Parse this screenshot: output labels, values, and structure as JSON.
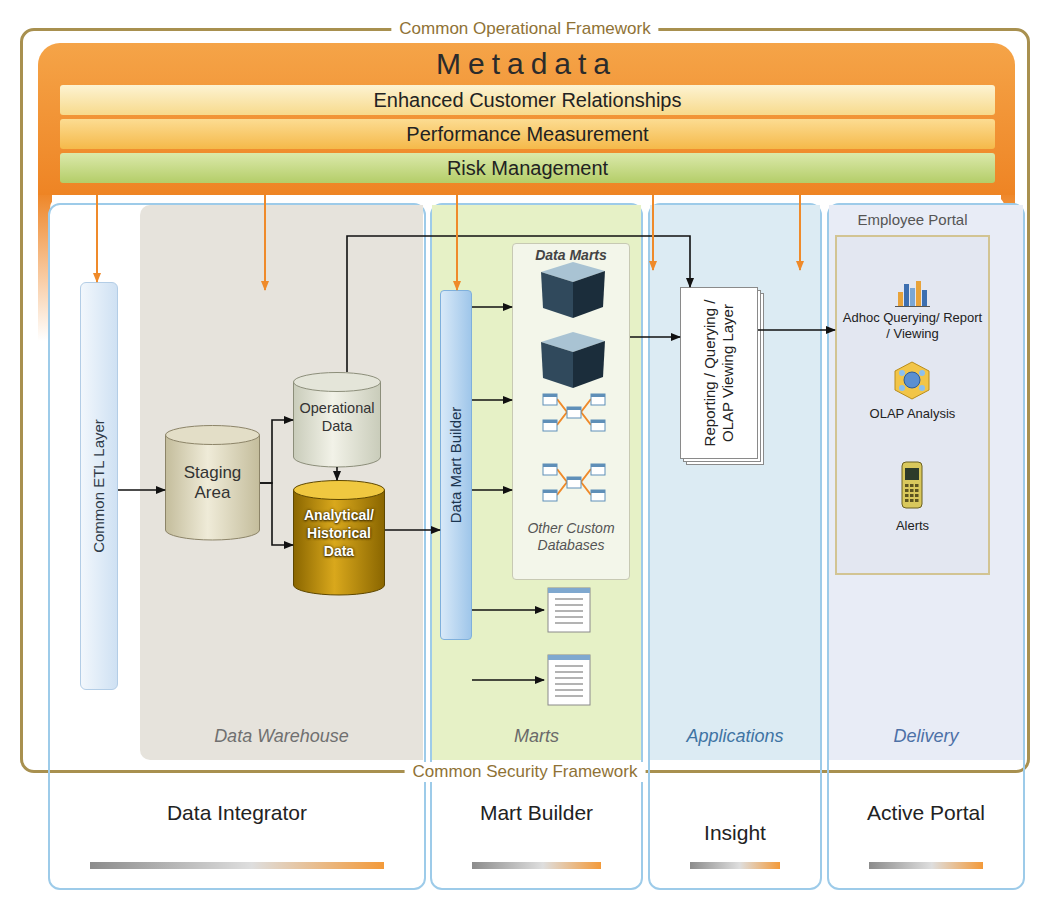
{
  "diagram": {
    "nodes": [
      {
        "text": [
          "Common Operational Framework",
          "Common Security Framework"
        ]
      },
      {
        "text": [
          "Metadata"
        ],
        "in": 0
      },
      {
        "text": [
          "Enhanced Customer Relationships"
        ],
        "in": 1
      },
      {
        "text": [
          "Performance Measurement"
        ],
        "in": 1
      },
      {
        "text": [
          "Risk Management"
        ],
        "in": 1
      },
      {
        "text": [
          "Data Integrator"
        ],
        "in": 0
      },
      {
        "text": [
          "Data Warehouse"
        ],
        "in": 5
      },
      {
        "text": [
          "Common ETL Layer"
        ],
        "in": 5
      },
      {
        "text": [
          "Staging Area"
        ],
        "in": 6
      },
      {
        "text": [
          "Operational Data"
        ],
        "in": 6
      },
      {
        "text": [
          "Analytical/ Historical Data"
        ],
        "in": 6
      },
      {
        "text": [
          "Mart Builder"
        ],
        "in": 0
      },
      {
        "text": [
          "Marts"
        ],
        "in": 11
      },
      {
        "text": [
          "Data Mart Builder"
        ],
        "in": 12
      },
      {
        "text": [
          "Data Marts",
          "Other Custom Databases"
        ],
        "in": 12
      },
      {
        "text": [
          "Insight"
        ],
        "in": 0
      },
      {
        "text": [
          "Applications"
        ],
        "in": 15
      },
      {
        "text": [
          "Reporting / Querying / OLAP Viewing Layer"
        ],
        "in": 16
      },
      {
        "text": [
          "Active Portal"
        ],
        "in": 0
      },
      {
        "text": [
          "Delivery"
        ],
        "in": 18
      },
      {
        "text": [
          "Employee Portal"
        ],
        "in": 19
      },
      {
        "text": [
          "Adhoc Querying/ Report / Viewing"
        ],
        "in": 20
      },
      {
        "text": [
          "OLAP Analysis"
        ],
        "in": 20
      },
      {
        "text": [
          "Alerts"
        ],
        "in": 20
      }
    ],
    "edges": [
      {
        "from": 7,
        "to": 8,
        "arrow": "to"
      },
      {
        "from": 8,
        "to": 9,
        "arrow": "to"
      },
      {
        "from": 8,
        "to": 10,
        "arrow": "to"
      },
      {
        "from": 9,
        "to": 10,
        "arrow": "to"
      },
      {
        "from": 10,
        "to": 13,
        "arrow": "to"
      },
      {
        "from": 9,
        "to": 17,
        "arrow": "to"
      },
      {
        "from": 13,
        "to": 14,
        "arrow": "to"
      },
      {
        "from": 13,
        "to": 14,
        "arrow": "to"
      },
      {
        "from": 13,
        "to": 14,
        "arrow": "to"
      },
      {
        "from": 14,
        "to": 17,
        "arrow": "to"
      },
      {
        "from": 17,
        "to": 20,
        "arrow": "to"
      },
      {
        "from": 1,
        "to": 7,
        "arrow": "to"
      },
      {
        "from": 1,
        "to": 6,
        "arrow": "to"
      },
      {
        "from": 1,
        "to": 13,
        "arrow": "to"
      },
      {
        "from": 1,
        "to": 16,
        "arrow": "to"
      },
      {
        "from": 1,
        "to": 16,
        "arrow": "to"
      }
    ]
  }
}
